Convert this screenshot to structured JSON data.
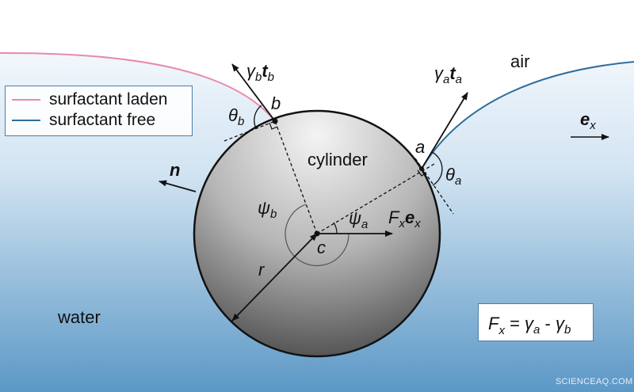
{
  "labels": {
    "air": "air",
    "water": "water",
    "cylinder": "cylinder",
    "point_a": "a",
    "point_b": "b",
    "center": "c",
    "radius": "r",
    "normal": "n",
    "ex": "e",
    "ex_sub": "x",
    "gamma_b_tb": {
      "g": "γ",
      "gs": "b",
      "t": "t",
      "ts": "b"
    },
    "gamma_a_ta": {
      "g": "γ",
      "gs": "a",
      "t": "t",
      "ts": "a"
    },
    "theta_b": {
      "s": "θ",
      "sub": "b"
    },
    "theta_a": {
      "s": "θ",
      "sub": "a"
    },
    "psi_b": {
      "s": "ψ",
      "sub": "b"
    },
    "psi_a": {
      "s": "ψ",
      "sub": "a"
    },
    "force": {
      "F": "F",
      "Fs": "x",
      "e": "e",
      "es": "x"
    }
  },
  "legend": {
    "items": [
      {
        "label": "surfactant laden",
        "color": "#e88aab"
      },
      {
        "label": "surfactant free",
        "color": "#2f6f9c"
      }
    ]
  },
  "equation": {
    "F": "F",
    "Fs": "x",
    "eq": " = ",
    "g1": "γ",
    "g1s": "a",
    "minus": " - ",
    "g2": "γ",
    "g2s": "b"
  },
  "colors": {
    "water_top": "#f2f7fc",
    "water_bottom": "#5c98c6",
    "cylinder_light": "#f2f2f2",
    "cylinder_dark": "#4a4a4a"
  },
  "watermark": "SCIENCEAQ.COM"
}
